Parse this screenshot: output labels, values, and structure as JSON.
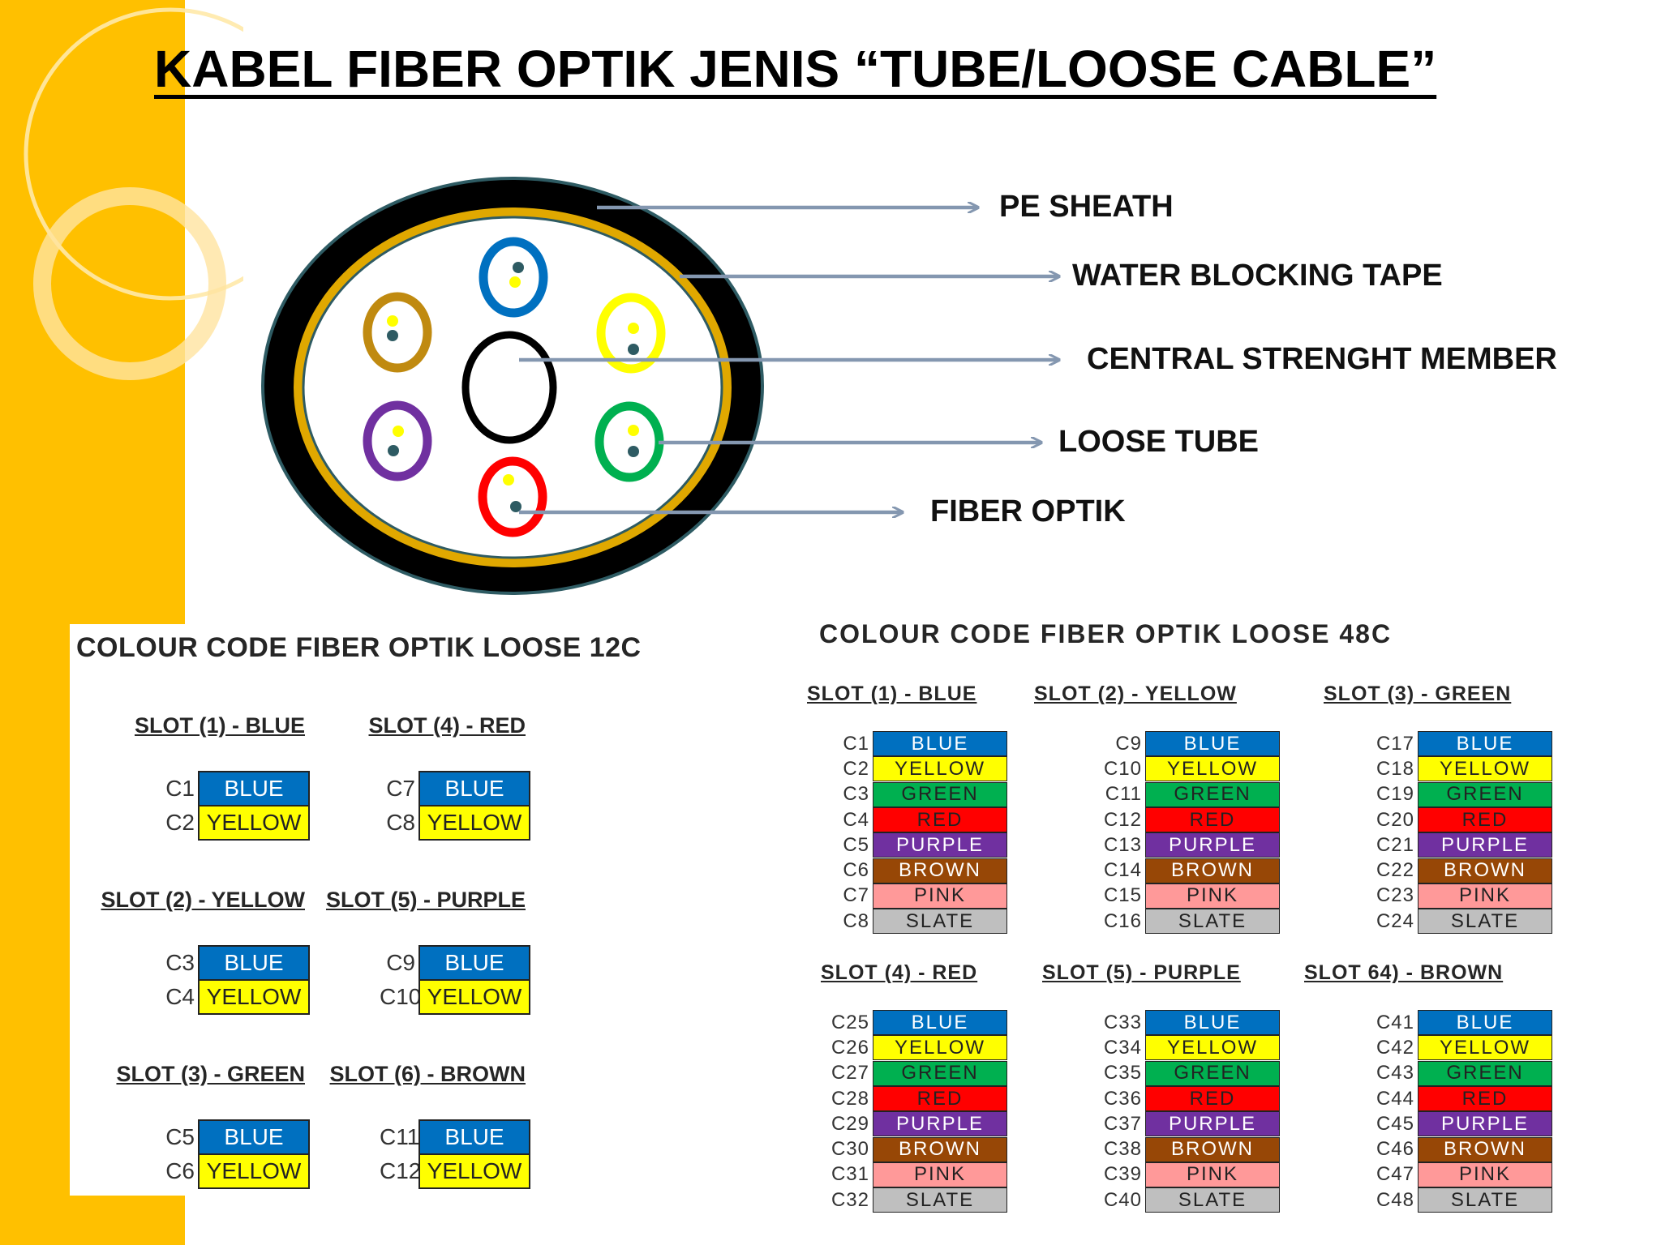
{
  "title": "KABEL FIBER OPTIK JENIS “TUBE/LOOSE CABLE”",
  "labels": {
    "pe_sheath": "PE SHEATH",
    "water_blocking": "WATER BLOCKING TAPE",
    "csm": "CENTRAL STRENGHT MEMBER",
    "loose_tube": "LOOSE TUBE",
    "fiber_optik": "FIBER OPTIK"
  },
  "colors": {
    "accent": "#FFC000",
    "arrow": "#8497B0",
    "blue": "#0070C0",
    "yellow": "#FFFF00",
    "green": "#00B050",
    "red": "#FF0000",
    "purple": "#7030A0",
    "brown": "#974706",
    "pink": "#FF9999",
    "slate": "#BFBFBF"
  },
  "colour_names": [
    "BLUE",
    "YELLOW",
    "GREEN",
    "RED",
    "PURPLE",
    "BROWN",
    "PINK",
    "SLATE"
  ],
  "panel12": {
    "title": "COLOUR CODE FIBER OPTIK LOOSE 12C",
    "slots": [
      {
        "header": "SLOT (1) - BLUE",
        "cores": [
          "C1",
          "C2"
        ]
      },
      {
        "header": "SLOT (2) - YELLOW",
        "cores": [
          "C3",
          "C4"
        ]
      },
      {
        "header": "SLOT (3) - GREEN",
        "cores": [
          "C5",
          "C6"
        ]
      },
      {
        "header": "SLOT (4) - RED",
        "cores": [
          "C7",
          "C8"
        ]
      },
      {
        "header": "SLOT (5) - PURPLE",
        "cores": [
          "C9",
          "C10"
        ]
      },
      {
        "header": "SLOT (6) - BROWN",
        "cores": [
          "C11",
          "C12"
        ]
      }
    ]
  },
  "panel48": {
    "title": "COLOUR CODE FIBER OPTIK LOOSE 48C",
    "slots": [
      {
        "header": "SLOT (1) - BLUE",
        "cores": [
          "C1",
          "C2",
          "C3",
          "C4",
          "C5",
          "C6",
          "C7",
          "C8"
        ]
      },
      {
        "header": "SLOT (2) - YELLOW",
        "cores": [
          "C9",
          "C10",
          "C11",
          "C12",
          "C13",
          "C14",
          "C15",
          "C16"
        ]
      },
      {
        "header": "SLOT (3) - GREEN",
        "cores": [
          "C17",
          "C18",
          "C19",
          "C20",
          "C21",
          "C22",
          "C23",
          "C24"
        ]
      },
      {
        "header": "SLOT (4) - RED",
        "cores": [
          "C25",
          "C26",
          "C27",
          "C28",
          "C29",
          "C30",
          "C31",
          "C32"
        ]
      },
      {
        "header": "SLOT (5) - PURPLE",
        "cores": [
          "C33",
          "C34",
          "C35",
          "C36",
          "C37",
          "C38",
          "C39",
          "C40"
        ]
      },
      {
        "header": "SLOT 64) - BROWN",
        "cores": [
          "C41",
          "C42",
          "C43",
          "C44",
          "C45",
          "C46",
          "C47",
          "C48"
        ]
      }
    ]
  }
}
